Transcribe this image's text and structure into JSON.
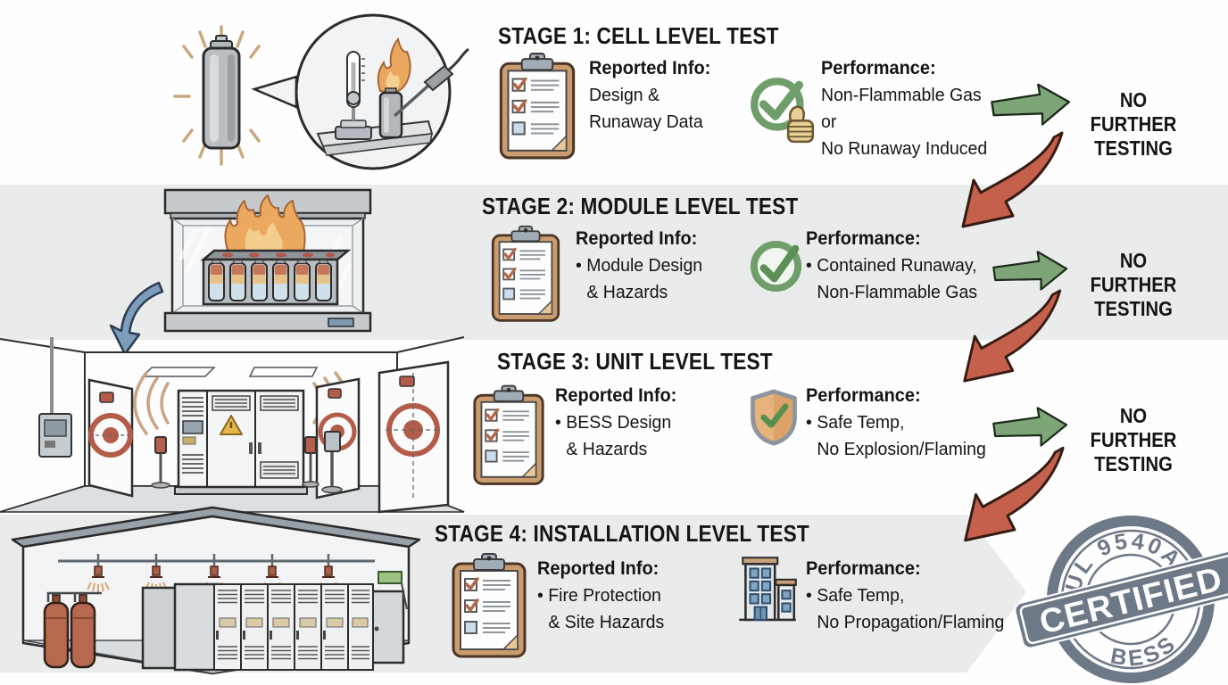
{
  "colors": {
    "band_gray": "#eaebeb",
    "band_white": "#fefefe",
    "arrow_green": "#7da578",
    "arrow_red": "#c4604c",
    "arrow_blue": "#7d9dbc",
    "stamp_gray": "#6e7987",
    "text": "#151515"
  },
  "stages": [
    {
      "title": "STAGE 1: CELL LEVEL TEST",
      "reported": {
        "heading": "Reported Info:",
        "lines": [
          "Design &",
          "Runaway Data"
        ]
      },
      "performance": {
        "heading": "Performance:",
        "lines": [
          "Non-Flammable Gas",
          "or",
          "No Runaway Induced"
        ]
      },
      "outcome": [
        "NO FURTHER",
        "TESTING"
      ],
      "icons": {
        "reported": "clipboard-checklist-icon",
        "performance": "check-thumbs-up-icon"
      },
      "illustration": "glowing-battery-cell-with-heated-cell-test-inset"
    },
    {
      "title": "STAGE 2: MODULE LEVEL TEST",
      "reported": {
        "heading": "Reported Info:",
        "lines": [
          "• Module Design",
          "& Hazards"
        ]
      },
      "performance": {
        "heading": "Performance:",
        "lines": [
          "• Contained Runaway,",
          "Non-Flammable Gas"
        ]
      },
      "outcome": [
        "NO FURTHER",
        "TESTING"
      ],
      "icons": {
        "reported": "clipboard-checklist-icon",
        "performance": "check-circle-icon"
      },
      "illustration": "battery-module-burning-in-test-chamber"
    },
    {
      "title": "STAGE 3: UNIT LEVEL TEST",
      "reported": {
        "heading": "Reported Info:",
        "lines": [
          "• BESS Design",
          "& Hazards"
        ]
      },
      "performance": {
        "heading": "Performance:",
        "lines": [
          "• Safe Temp,",
          "No Explosion/Flaming"
        ]
      },
      "outcome": [
        "NO FURTHER",
        "TESTING"
      ],
      "icons": {
        "reported": "clipboard-checklist-icon",
        "performance": "shield-check-icon"
      },
      "illustration": "bess-unit-test-room-with-heat-flux-targets"
    },
    {
      "title": "STAGE 4: INSTALLATION LEVEL TEST",
      "reported": {
        "heading": "Reported Info:",
        "lines": [
          "• Fire Protection",
          "& Site Hazards"
        ]
      },
      "performance": {
        "heading": "Performance:",
        "lines": [
          "• Safe Temp,",
          "No Propagation/Flaming"
        ]
      },
      "icons": {
        "reported": "clipboard-checklist-icon",
        "performance": "building-icon"
      },
      "illustration": "bess-installation-room-with-sprinklers-and-cylinders"
    }
  ],
  "stamp": {
    "arc_top": "UL 9540A",
    "center": "CERTIFIED",
    "arc_bottom": "BESS"
  }
}
